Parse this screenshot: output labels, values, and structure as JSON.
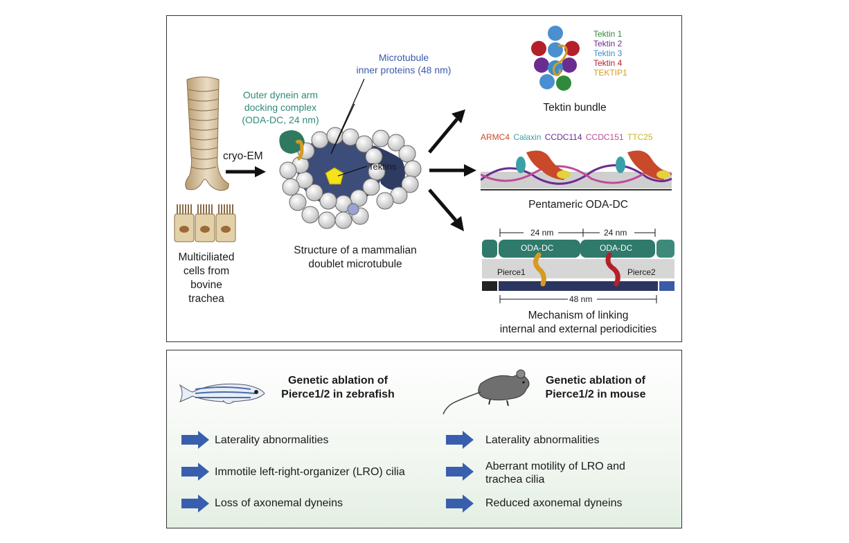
{
  "top_panel": {
    "source": {
      "caption": [
        "Multiciliated",
        "cells from",
        "bovine",
        "trachea"
      ]
    },
    "method_label": "cryo-EM",
    "mip_label": [
      "Microtubule",
      "inner proteins (48 nm)"
    ],
    "odadc_label": [
      "Outer dynein arm",
      "docking complex",
      "(ODA-DC, 24 nm)"
    ],
    "tektins_label": "Tektins",
    "structure_caption": [
      "Structure of a mammalian",
      "doublet microtubule"
    ],
    "tektin_bundle": {
      "legend": [
        {
          "label": "Tektin 1",
          "color": "#2e8b3a"
        },
        {
          "label": "Tektin 2",
          "color": "#6b2c8f"
        },
        {
          "label": "Tektin 3",
          "color": "#3a8fc8"
        },
        {
          "label": "Tektin 4",
          "color": "#b3202a"
        },
        {
          "label": "TEKTIP1",
          "color": "#d69a22"
        }
      ],
      "caption": "Tektin bundle"
    },
    "oda_dc": {
      "components": [
        {
          "label": "ARMC4",
          "color": "#c84a2a"
        },
        {
          "label": "Calaxin",
          "color": "#3aa0a8"
        },
        {
          "label": "CCDC114",
          "color": "#6b2c8f"
        },
        {
          "label": "CCDC151",
          "color": "#c04a9a"
        },
        {
          "label": "TTC25",
          "color": "#c9b21e"
        }
      ],
      "caption": "Pentameric ODA-DC"
    },
    "mechanism": {
      "period_top_left": "24 nm",
      "period_top_right": "24 nm",
      "box_left": "ODA-DC",
      "box_right": "ODA-DC",
      "pierce1": "Pierce1",
      "pierce2": "Pierce2",
      "period_bottom": "48 nm",
      "caption": [
        "Mechanism of linking",
        "internal and external periodicities"
      ]
    }
  },
  "bottom_panel": {
    "zebrafish": {
      "heading": [
        "Genetic ablation of",
        "Pierce1/2 in zebrafish"
      ],
      "outcomes": [
        "Laterality abnormalities",
        "Immotile left-right-organizer (LRO) cilia",
        "Loss of axonemal dyneins"
      ]
    },
    "mouse": {
      "heading": [
        "Genetic ablation of",
        "Pierce1/2 in mouse"
      ],
      "outcomes": [
        [
          "Laterality abnormalities"
        ],
        [
          "Aberrant motility of LRO and",
          "trachea cilia"
        ],
        [
          "Reduced axonemal dyneins"
        ]
      ]
    }
  },
  "colors": {
    "arrow_blue": "#3a5eae",
    "teal": "#2f8a7a",
    "mip_blue": "#3d5aa8",
    "dark": "#222222"
  }
}
